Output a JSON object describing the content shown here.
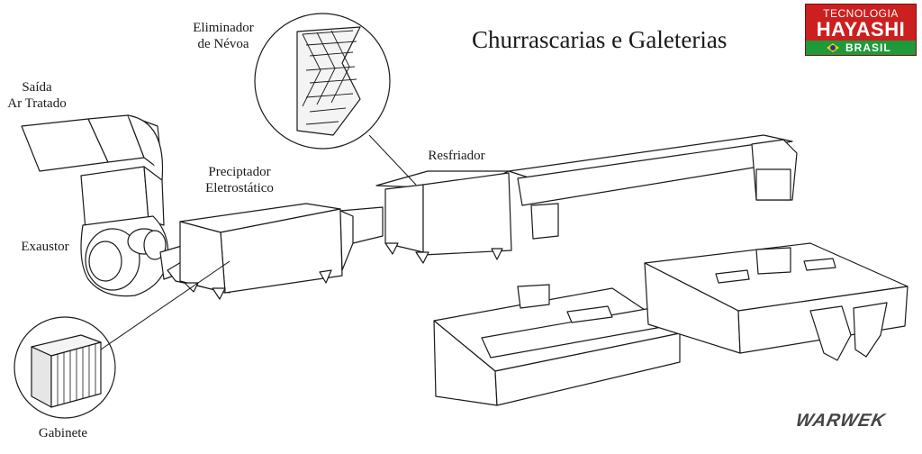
{
  "title": "Churrascarias e Galeterias",
  "logo": {
    "line1": "TECNOLOGIA",
    "line2": "HAYASHI",
    "line3": "BRASIL"
  },
  "signature": "WARWEK",
  "labels": {
    "saida": [
      "Saída",
      "Ar Tratado"
    ],
    "eliminador": [
      "Eliminador",
      "de Névoa"
    ],
    "precipitador": [
      "Preciptador",
      "Eletrostático"
    ],
    "resfriador": "Resfriador",
    "exaustor": "Exaustor",
    "gabinete": "Gabinete"
  },
  "colors": {
    "line": "#1a1a1a",
    "logo_red": "#cc1f1f",
    "logo_green": "#1e9a3a",
    "flag_yellow": "#f4d000"
  }
}
